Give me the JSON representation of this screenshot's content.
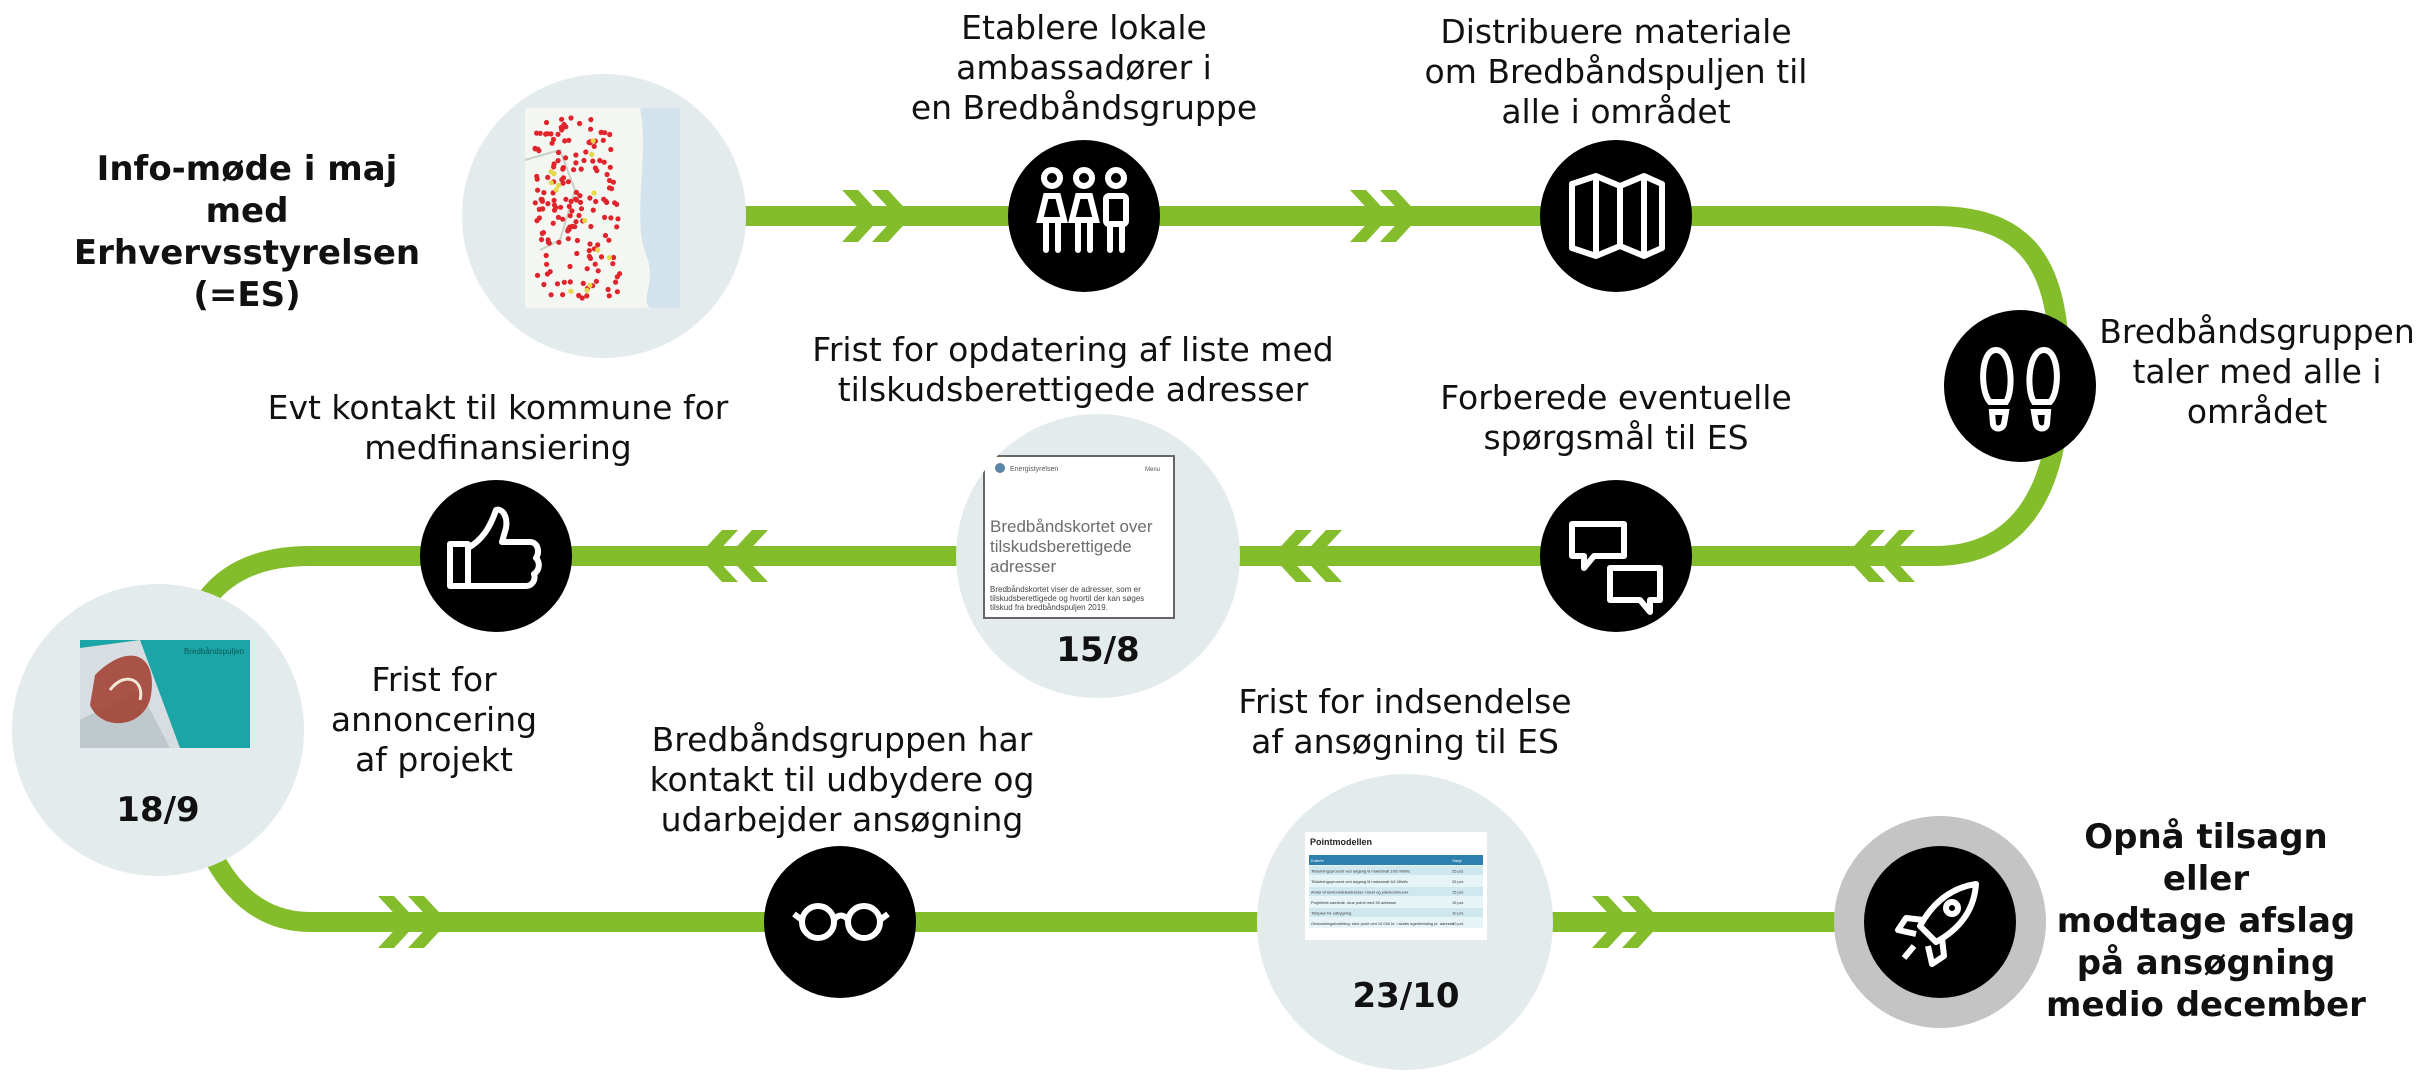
{
  "colors": {
    "track": "#84bd2c",
    "step_circle": "#000000",
    "milestone_circle": "#e3ebec",
    "final_ring": "#c4c4c4"
  },
  "steps": [
    {
      "id": "info",
      "icon": "map-thumbnail",
      "label_lines": [
        "Info-møde i maj med",
        "Erhvervsstyrelsen",
        "(=ES)"
      ]
    },
    {
      "id": "ambassadors",
      "icon": "people-icon",
      "label_lines": [
        "Etablere lokale",
        "ambassadører i",
        "en Bredbåndsgruppe"
      ]
    },
    {
      "id": "distribute",
      "icon": "folded-map-icon",
      "label_lines": [
        "Distribuere materiale",
        "om Bredbåndspuljen til",
        "alle i området"
      ]
    },
    {
      "id": "talk",
      "icon": "footprints-icon",
      "label_lines": [
        "Bredbåndsgruppen",
        "taler med alle i",
        "området"
      ]
    },
    {
      "id": "questions",
      "icon": "speech-bubbles-icon",
      "label_lines": [
        "Forberede eventuelle",
        "spørgsmål til ES"
      ]
    },
    {
      "id": "list-deadline",
      "icon": "broadband-map-thumbnail",
      "label_lines": [
        "Frist for opdatering af liste med",
        "tilskudsberettigede adresser"
      ],
      "date": "15/8"
    },
    {
      "id": "municipality",
      "icon": "thumbs-up-icon",
      "label_lines": [
        "Evt kontakt til kommune for",
        "medfinansiering"
      ]
    },
    {
      "id": "announce",
      "icon": "brochure-thumbnail",
      "label_lines": [
        "Frist for",
        "annoncering",
        "af projekt"
      ],
      "date": "18/9"
    },
    {
      "id": "providers",
      "icon": "glasses-icon",
      "label_lines": [
        "Bredbåndsgruppen har",
        "kontakt til udbydere og",
        "udarbejder ansøgning"
      ]
    },
    {
      "id": "submit",
      "icon": "points-table-thumbnail",
      "label_lines": [
        "Frist for indsendelse",
        "af ansøgning til ES"
      ],
      "date": "23/10"
    },
    {
      "id": "outcome",
      "icon": "rocket-icon",
      "label_lines": [
        "Opnå tilsagn eller",
        "modtage afslag",
        "på ansøgning",
        "medio december"
      ]
    }
  ],
  "thumbnails": {
    "broadband_card": {
      "agency": "Energistyrelsen",
      "menu": "Menu",
      "title": "Bredbåndskortet over tilskudsberettigede adresser",
      "body": "Bredbåndskortet viser de adresser, som er tilskudsberettigede og hvortil der kan søges tilskud fra bredbåndspuljen 2019."
    },
    "brochure": {
      "title": "Bredbåndspuljen"
    },
    "points": {
      "title": "Pointmodellen",
      "head": [
        "Kriterie",
        "Vægt"
      ],
      "rows": [
        [
          "Tilslutningsprocent ved adgang til maksimalt 10/2 Mbit/s",
          "25 pct."
        ],
        [
          "Tilslutningsprocent ved adgang til maksimalt 6/1 Mbit/s",
          "25 pct."
        ],
        [
          "Andel af landområdeadresser i lavet og yderkommuner",
          "15 pct."
        ],
        [
          "Projektets samlede ,stue pointi med 50 adresser",
          "15 pct."
        ],
        [
          "Tidsplan for udbygning",
          "10 pct."
        ],
        [
          "Omkostningsfordeling: stue point ved 10.000 kr. i skabs egenbetaling pr. adresse",
          "10 pct."
        ]
      ]
    }
  }
}
